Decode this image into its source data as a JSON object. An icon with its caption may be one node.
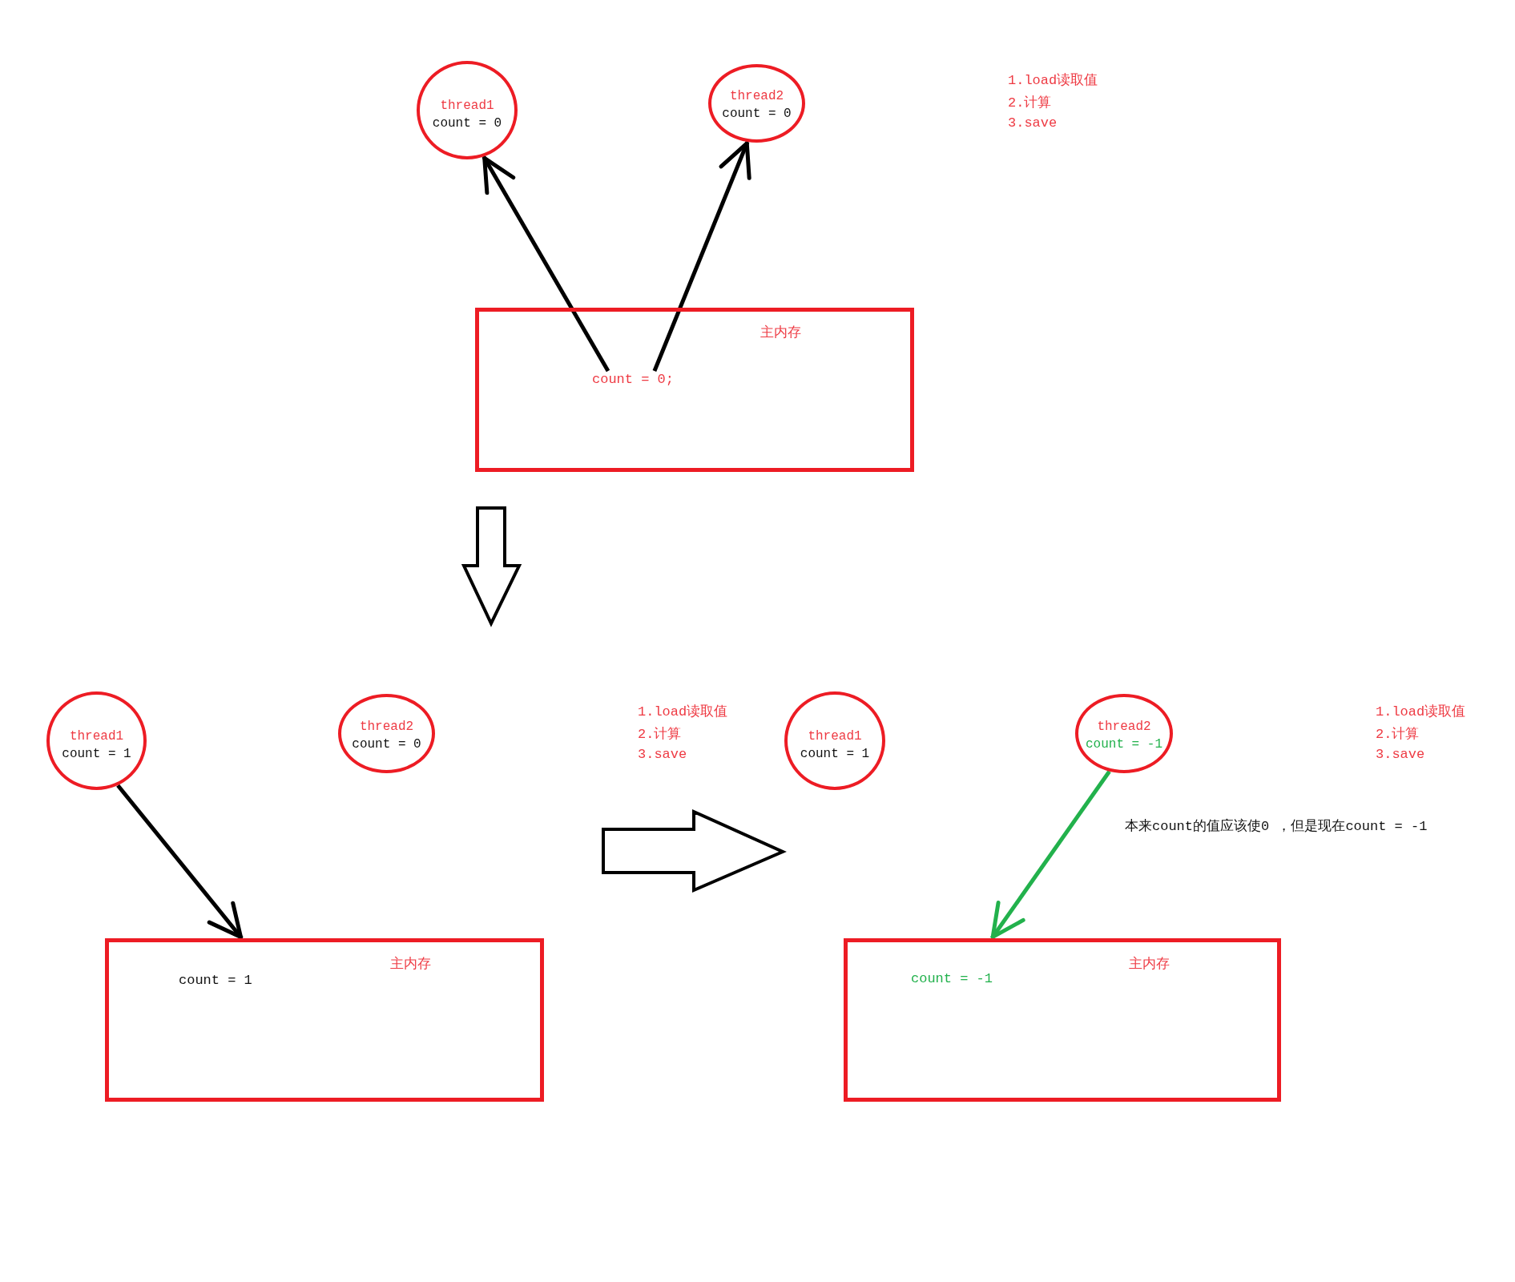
{
  "diagram": {
    "nodes": [
      {
        "text": [
          "thread1",
          "count = 0"
        ]
      },
      {
        "text": [
          "thread2",
          "count = 0"
        ]
      },
      {
        "text": [
          "主内存"
        ]
      },
      {
        "text": [
          "count = 0;"
        ],
        "in": 2
      },
      {
        "text": [
          "thread1",
          "count = 1"
        ]
      },
      {
        "text": [
          "thread2",
          "count = 0"
        ]
      },
      {
        "text": [
          "thread1",
          "count = 1"
        ]
      },
      {
        "text": [
          "thread2",
          "count = -1"
        ]
      },
      {
        "text": [
          "主内存",
          "count = 1"
        ]
      },
      {
        "text": [
          "主内存",
          "count = -1"
        ]
      }
    ],
    "edges": [
      {
        "from": 3,
        "to": 0,
        "arrow": "to"
      },
      {
        "from": 3,
        "to": 1,
        "arrow": "to"
      },
      {
        "from": 4,
        "to": 8,
        "arrow": "to"
      },
      {
        "from": 7,
        "to": 9,
        "arrow": "to",
        "color": "#22b14c"
      }
    ],
    "labels": [
      "1.load读取值",
      "2.计算",
      "3.save",
      "1.load读取值",
      "2.计算",
      "3.save",
      "1.load读取值",
      "2.计算",
      "3.save",
      "本来count的值应该使0 ，但是现在count = -1"
    ]
  }
}
